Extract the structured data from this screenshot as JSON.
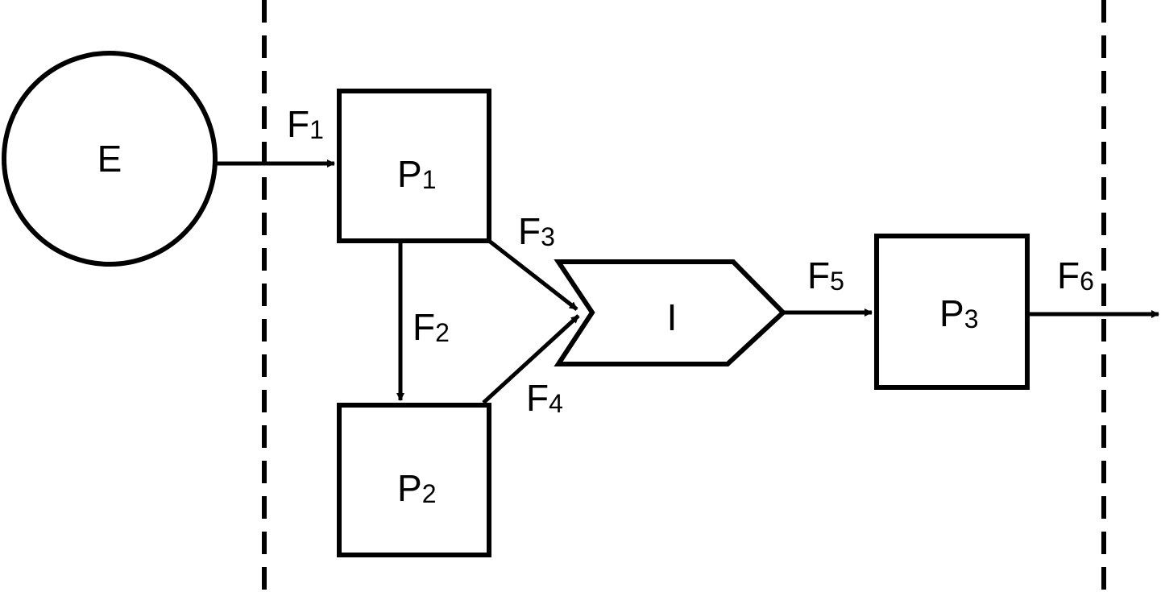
{
  "nodes": {
    "entity": {
      "label": "E"
    },
    "p1": {
      "label": "P",
      "sub": "1"
    },
    "p2": {
      "label": "P",
      "sub": "2"
    },
    "p3": {
      "label": "P",
      "sub": "3"
    },
    "inventory": {
      "label": "I"
    }
  },
  "flows": {
    "f1": {
      "label": "F",
      "sub": "1"
    },
    "f2": {
      "label": "F",
      "sub": "2"
    },
    "f3": {
      "label": "F",
      "sub": "3"
    },
    "f4": {
      "label": "F",
      "sub": "4"
    },
    "f5": {
      "label": "F",
      "sub": "5"
    },
    "f6": {
      "label": "F",
      "sub": "6"
    }
  },
  "colors": {
    "stroke": "#000000",
    "background": "#ffffff"
  }
}
